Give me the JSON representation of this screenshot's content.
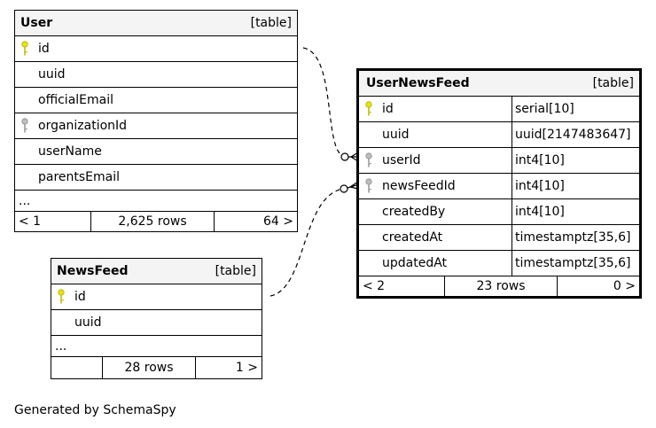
{
  "tables": {
    "user": {
      "name": "User",
      "kind": "[table]",
      "columns": [
        {
          "name": "id",
          "key": "primary"
        },
        {
          "name": "uuid",
          "key": "none"
        },
        {
          "name": "officialEmail",
          "key": "none"
        },
        {
          "name": "organizationId",
          "key": "foreign"
        },
        {
          "name": "userName",
          "key": "none"
        },
        {
          "name": "parentsEmail",
          "key": "none"
        }
      ],
      "more": "...",
      "footer": {
        "parents": "< 1",
        "rows": "2,625 rows",
        "children": "64 >"
      }
    },
    "newsfeed": {
      "name": "NewsFeed",
      "kind": "[table]",
      "columns": [
        {
          "name": "id",
          "key": "primary"
        },
        {
          "name": "uuid",
          "key": "none"
        }
      ],
      "more": "...",
      "footer": {
        "parents": "",
        "rows": "28 rows",
        "children": "1 >"
      }
    },
    "usernewsfeed": {
      "name": "UserNewsFeed",
      "kind": "[table]",
      "columns": [
        {
          "name": "id",
          "type": "serial[10]",
          "key": "primary"
        },
        {
          "name": "uuid",
          "type": "uuid[2147483647]",
          "key": "none"
        },
        {
          "name": "userId",
          "type": "int4[10]",
          "key": "foreign"
        },
        {
          "name": "newsFeedId",
          "type": "int4[10]",
          "key": "foreign"
        },
        {
          "name": "createdBy",
          "type": "int4[10]",
          "key": "none"
        },
        {
          "name": "createdAt",
          "type": "timestamptz[35,6]",
          "key": "none"
        },
        {
          "name": "updatedAt",
          "type": "timestamptz[35,6]",
          "key": "none"
        }
      ],
      "footer": {
        "parents": "< 2",
        "rows": "23 rows",
        "children": "0 >"
      }
    }
  },
  "generated_by": "Generated by SchemaSpy",
  "colors": {
    "primary_key": "#e6e600",
    "foreign_key": "#9a9a9a",
    "header_bg": "#f4f4f4",
    "border": "#000000"
  }
}
